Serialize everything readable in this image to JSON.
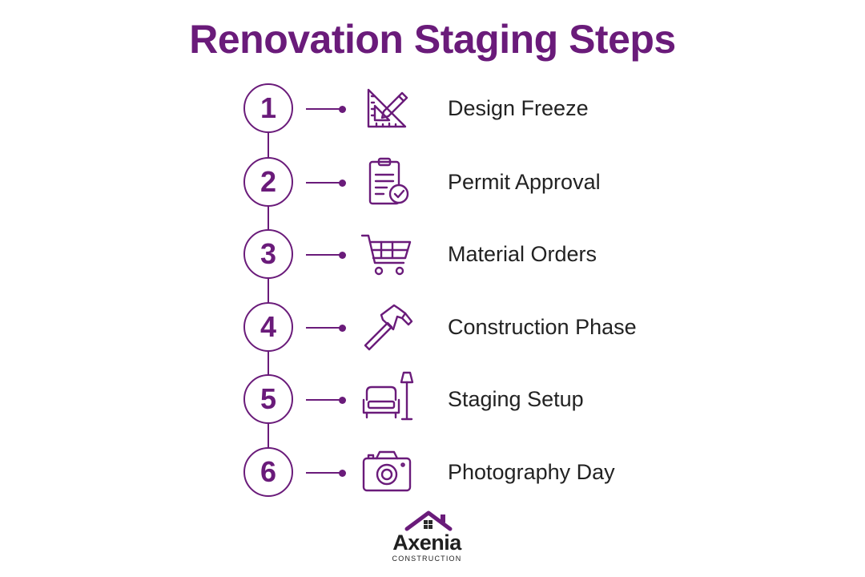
{
  "title": "Renovation Staging Steps",
  "steps": [
    {
      "number": "1",
      "label": "Design Freeze",
      "icon": "drafting-triangle-pencil-icon"
    },
    {
      "number": "2",
      "label": "Permit Approval",
      "icon": "clipboard-check-icon"
    },
    {
      "number": "3",
      "label": "Material Orders",
      "icon": "shopping-cart-icon"
    },
    {
      "number": "4",
      "label": "Construction Phase",
      "icon": "hammer-icon"
    },
    {
      "number": "5",
      "label": "Staging Setup",
      "icon": "sofa-lamp-icon"
    },
    {
      "number": "6",
      "label": "Photography Day",
      "icon": "camera-icon"
    }
  ],
  "logo": {
    "name": "Axenia",
    "subtitle": "CONSTRUCTION",
    "icon": "house-icon"
  },
  "colors": {
    "accent": "#6a1b7a",
    "text": "#222222",
    "background": "#ffffff"
  }
}
